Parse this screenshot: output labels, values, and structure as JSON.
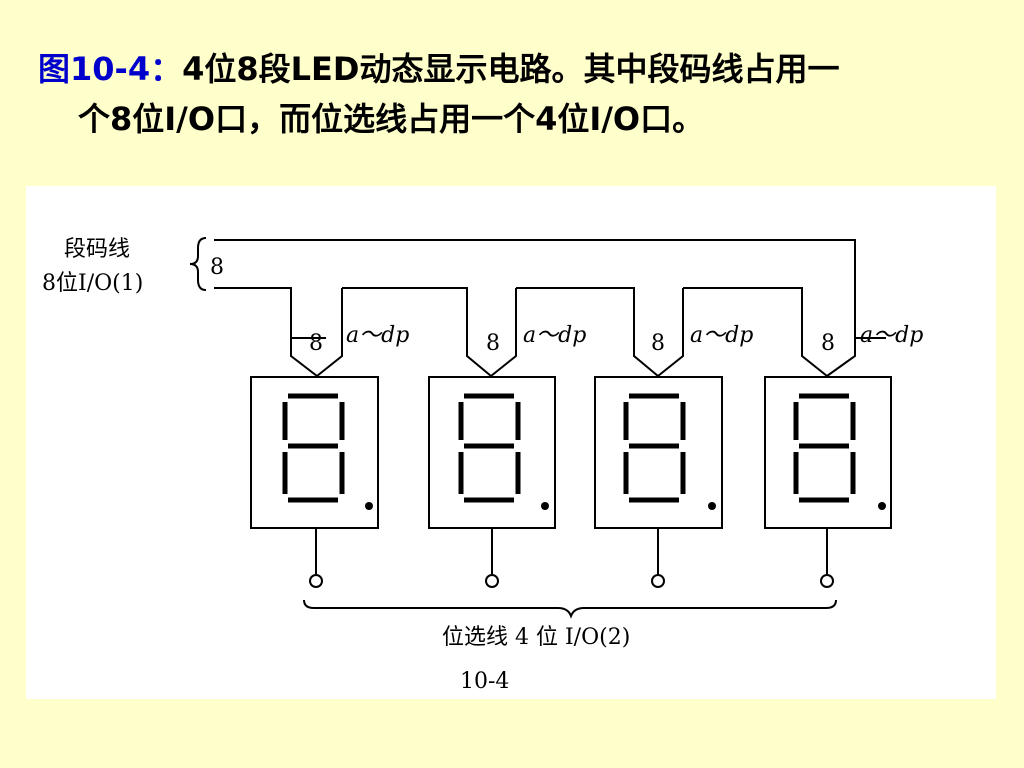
{
  "slide": {
    "background_color": "#FFFFCC",
    "caption_prefix": "图10-4：",
    "caption_line1_rest": "4位8段LED动态显示电路。其中段码线占用一",
    "caption_line2": "个8位I/O口，而位选线占用一个4位I/O口。",
    "prefix_color": "#0000CC"
  },
  "diagram": {
    "segment_bus_label_top": "段码线",
    "segment_bus_label_bottom": "8位I/O(1)",
    "bus_width_label": "8",
    "digits": [
      {
        "width_label": "8",
        "segments_label": "a～dp"
      },
      {
        "width_label": "8",
        "segments_label": "a～dp"
      },
      {
        "width_label": "8",
        "segments_label": "a～dp"
      },
      {
        "width_label": "8",
        "segments_label": "a～dp"
      }
    ],
    "digit_select_label": "位选线 4 位 I/O(2)",
    "figure_number": "10-4"
  }
}
